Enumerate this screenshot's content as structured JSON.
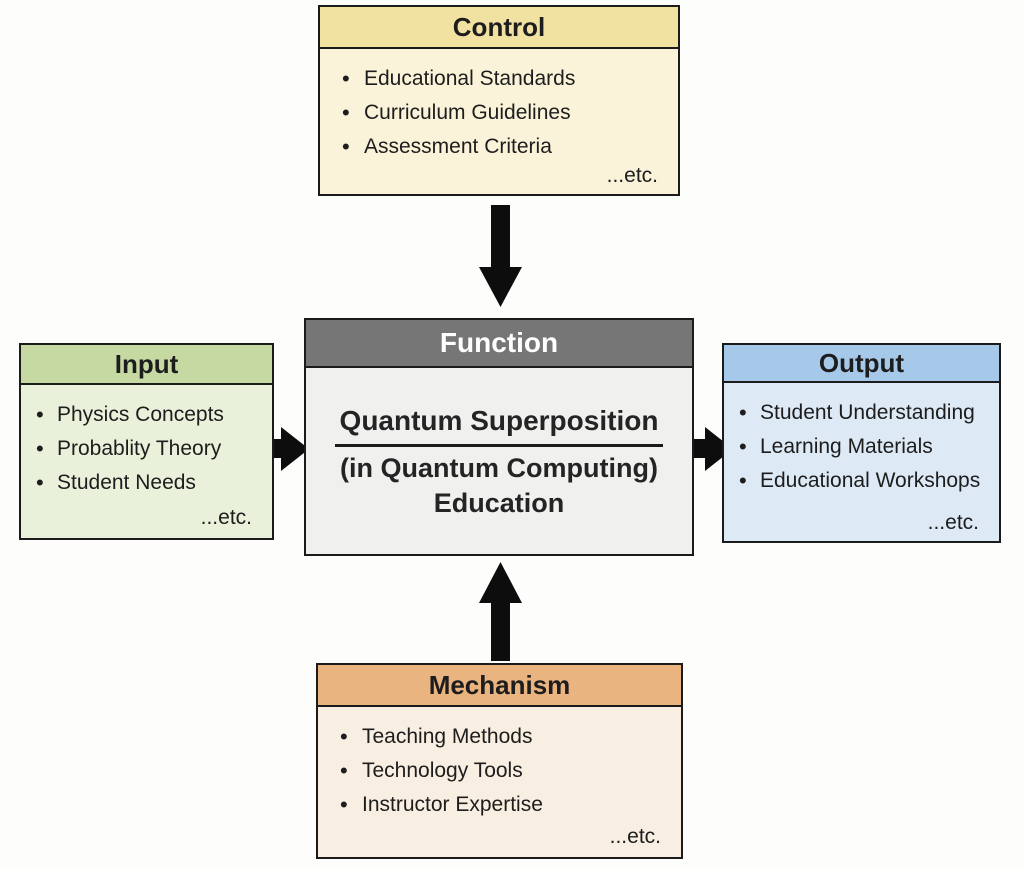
{
  "diagram_type": "IDEF0 function block diagram",
  "colors": {
    "background": "#fdfdfc",
    "border": "#1b1b1b",
    "arrow": "#0d0d0d",
    "control_header": "#f2e2a2",
    "control_body": "#faf3d9",
    "input_header": "#c6d9a3",
    "input_body": "#eaf1db",
    "function_header": "#767676",
    "function_body": "#f0f0ee",
    "function_header_text": "#ffffff",
    "output_header": "#a6c9ea",
    "output_body": "#dde9f5",
    "mechanism_header": "#e9b47f",
    "mechanism_body": "#f9eee2"
  },
  "boxes": {
    "control": {
      "label": "Control",
      "items": [
        "Educational Standards",
        "Curriculum Guidelines",
        "Assessment Criteria"
      ],
      "etc_label": "...etc."
    },
    "input": {
      "label": "Input",
      "items": [
        "Physics Concepts",
        "Probablity Theory",
        "Student Needs"
      ],
      "etc_label": "...etc."
    },
    "function": {
      "label": "Function",
      "title": "Quantum Superposition",
      "subtitle_line1": "(in Quantum Computing)",
      "subtitle_line2": "Education"
    },
    "output": {
      "label": "Output",
      "items": [
        "Student Understanding",
        "Learning Materials",
        "Educational Workshops"
      ],
      "etc_label": "...etc."
    },
    "mechanism": {
      "label": "Mechanism",
      "items": [
        "Teaching Methods",
        "Technology Tools",
        "Instructor Expertise"
      ],
      "etc_label": "...etc."
    }
  },
  "arrows": [
    {
      "name": "control-to-function",
      "direction": "down"
    },
    {
      "name": "input-to-function",
      "direction": "right"
    },
    {
      "name": "function-to-output",
      "direction": "right"
    },
    {
      "name": "mechanism-to-function",
      "direction": "up"
    }
  ]
}
